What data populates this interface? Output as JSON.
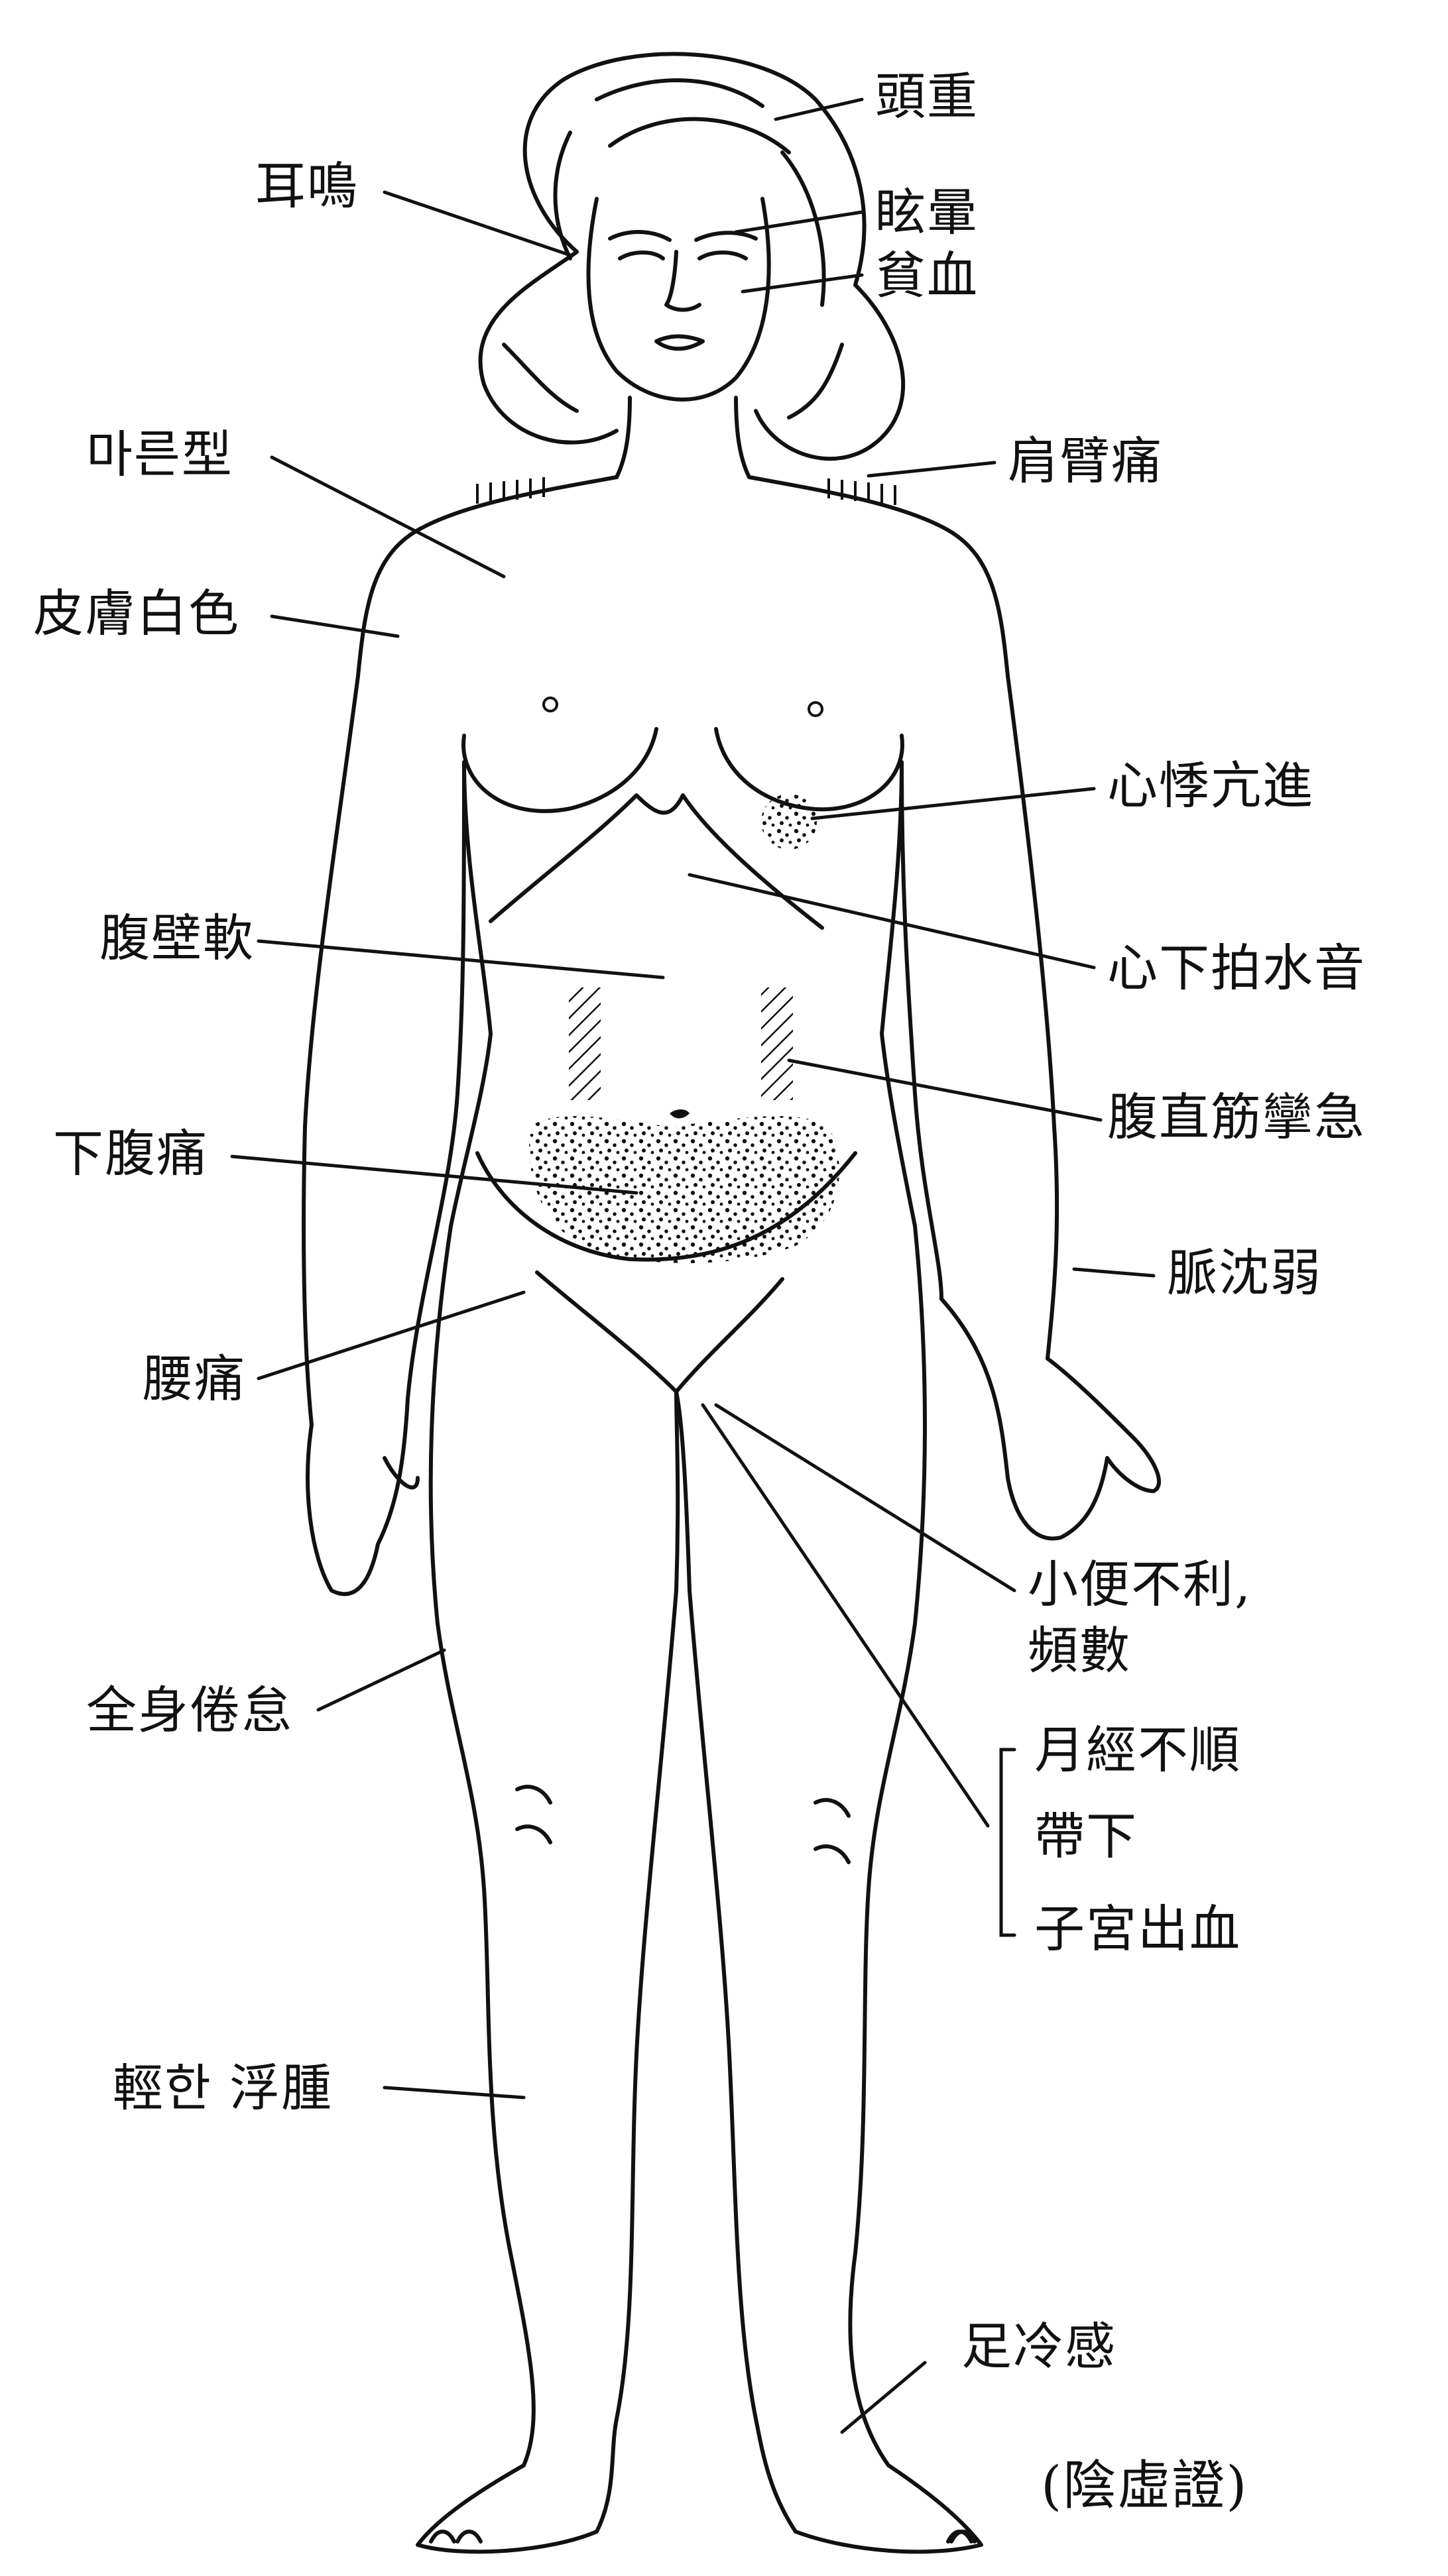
{
  "labels": {
    "head_heavy": "頭重",
    "tinnitus": "耳鳴",
    "dizziness": "眩暈",
    "anemia": "貧血",
    "thin_type": "마른型",
    "shoulder_arm_pain": "肩臂痛",
    "pale_skin": "皮膚白色",
    "palpitation": "心悸亢進",
    "soft_abdominal_wall": "腹壁軟",
    "splash_sound": "心下拍水音",
    "rectus_spasm": "腹直筋攣急",
    "lower_abdominal_pain": "下腹痛",
    "weak_deep_pulse": "脈沈弱",
    "low_back_pain": "腰痛",
    "dysuria_line1": "小便不利,",
    "dysuria_line2": "頻數",
    "fatigue": "全身倦怠",
    "irregular_menses": "月經不順",
    "leukorrhea": "帶下",
    "uterine_bleeding": "子宮出血",
    "mild_edema": "輕한 浮腫",
    "cold_feet": "足冷感",
    "caption": "(陰虛證)"
  }
}
